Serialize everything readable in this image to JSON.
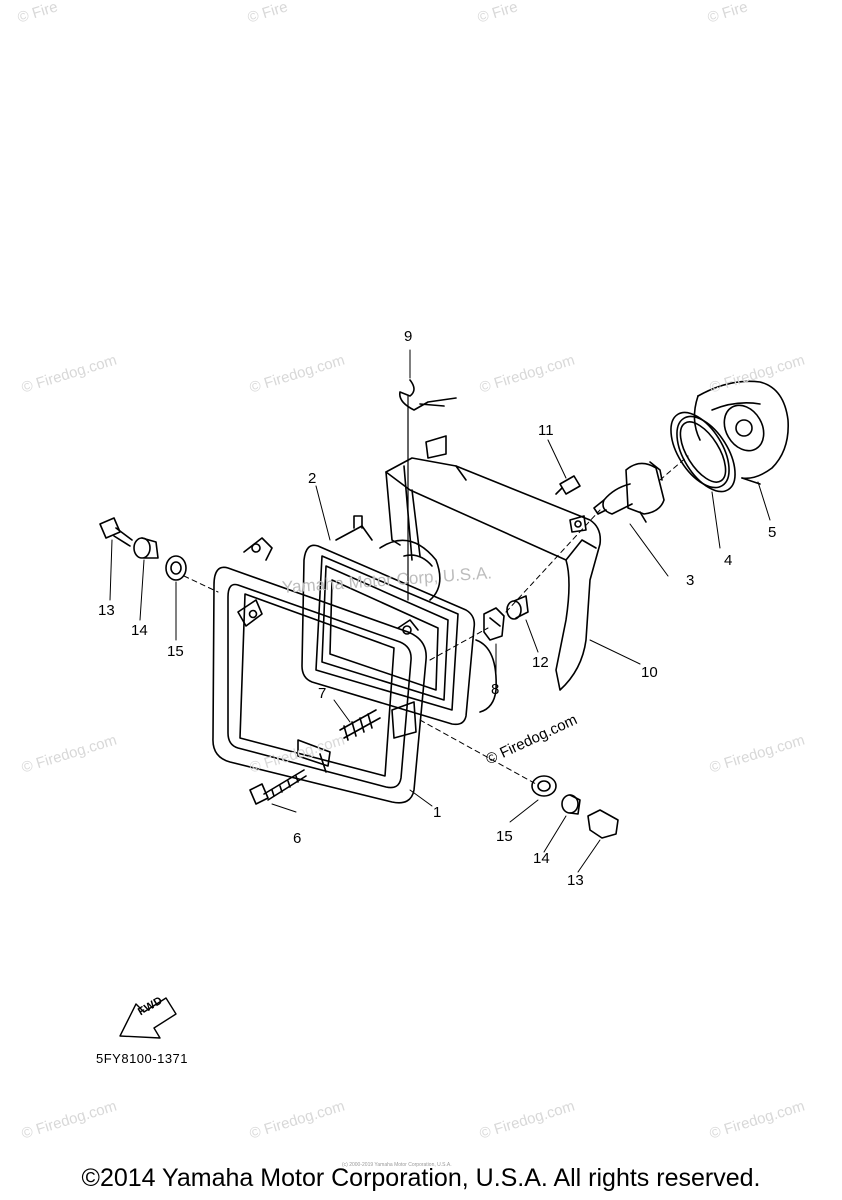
{
  "watermark": "© Firedog.com",
  "watermark_top_partial": "© Fire",
  "center_watermark": "© Firedog.com",
  "yamaha_watermark": "Yamaha Motor Corp, U.S.A.",
  "callouts": {
    "c1": "1",
    "c2": "2",
    "c3": "3",
    "c4": "4",
    "c5": "5",
    "c6": "6",
    "c7": "7",
    "c8": "8",
    "c9": "9",
    "c10": "10",
    "c11": "11",
    "c12": "12",
    "c13_left": "13",
    "c14_left": "14",
    "c15_left": "15",
    "c13_right": "13",
    "c14_right": "14",
    "c15_right": "15"
  },
  "fwd_label": "FWD",
  "drawing_code": "5FY8100-1371",
  "tiny_note": "(c) 2000-2019 Yamaha Motor Corporation, U.S.A.",
  "copyright": "©2014 Yamaha Motor Corporation, U.S.A. All rights reserved."
}
